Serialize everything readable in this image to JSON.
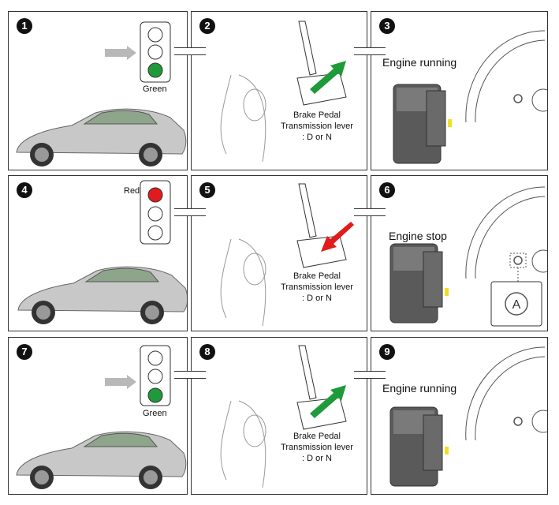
{
  "rows": [
    {
      "badges": [
        "1",
        "2",
        "3"
      ],
      "light_label": "Green",
      "pedal": {
        "line1": "Brake Pedal",
        "line2": "Transmission lever",
        "line3": ": D or N"
      },
      "engine_label": "Engine running"
    },
    {
      "badges": [
        "4",
        "5",
        "6"
      ],
      "light_label": "Red",
      "pedal": {
        "line1": "Brake Pedal",
        "line2": "Transmission lever",
        "line3": ": D or N"
      },
      "engine_label": "Engine stop"
    },
    {
      "badges": [
        "7",
        "8",
        "9"
      ],
      "light_label": "Green",
      "pedal": {
        "line1": "Brake Pedal",
        "line2": "Transmission lever",
        "line3": ": D or N"
      },
      "engine_label": "Engine running"
    }
  ],
  "colors": {
    "green": "#1f9a3a",
    "red": "#e11b1b",
    "arrow_green": "#1f9a3a",
    "arrow_red": "#e11b1b",
    "car": "#c8c8c8"
  }
}
